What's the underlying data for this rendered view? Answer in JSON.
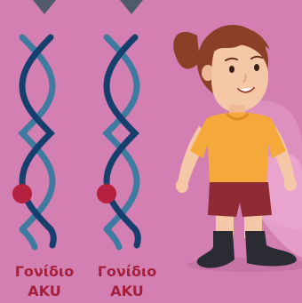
{
  "genes": [
    {
      "name": "Γονίδιο",
      "gene": "AKU"
    },
    {
      "name": "Γονίδιο",
      "gene": "AKU"
    }
  ],
  "colors": {
    "background": "#d37fb1",
    "helix_dark": "#163f6d",
    "helix_light": "#3f7aa0",
    "mutation_dot": "#b5213f",
    "arrow": "#4f5b6a",
    "label": "#a51f3d",
    "shirt": "#f5a93b",
    "shorts": "#8f2b35",
    "hair": "#8a3f26",
    "skin": "#f4c8a6"
  },
  "icons": [
    "arrow-down-icon",
    "dna-helix-icon",
    "mutation-dot-icon",
    "child-illustration"
  ]
}
